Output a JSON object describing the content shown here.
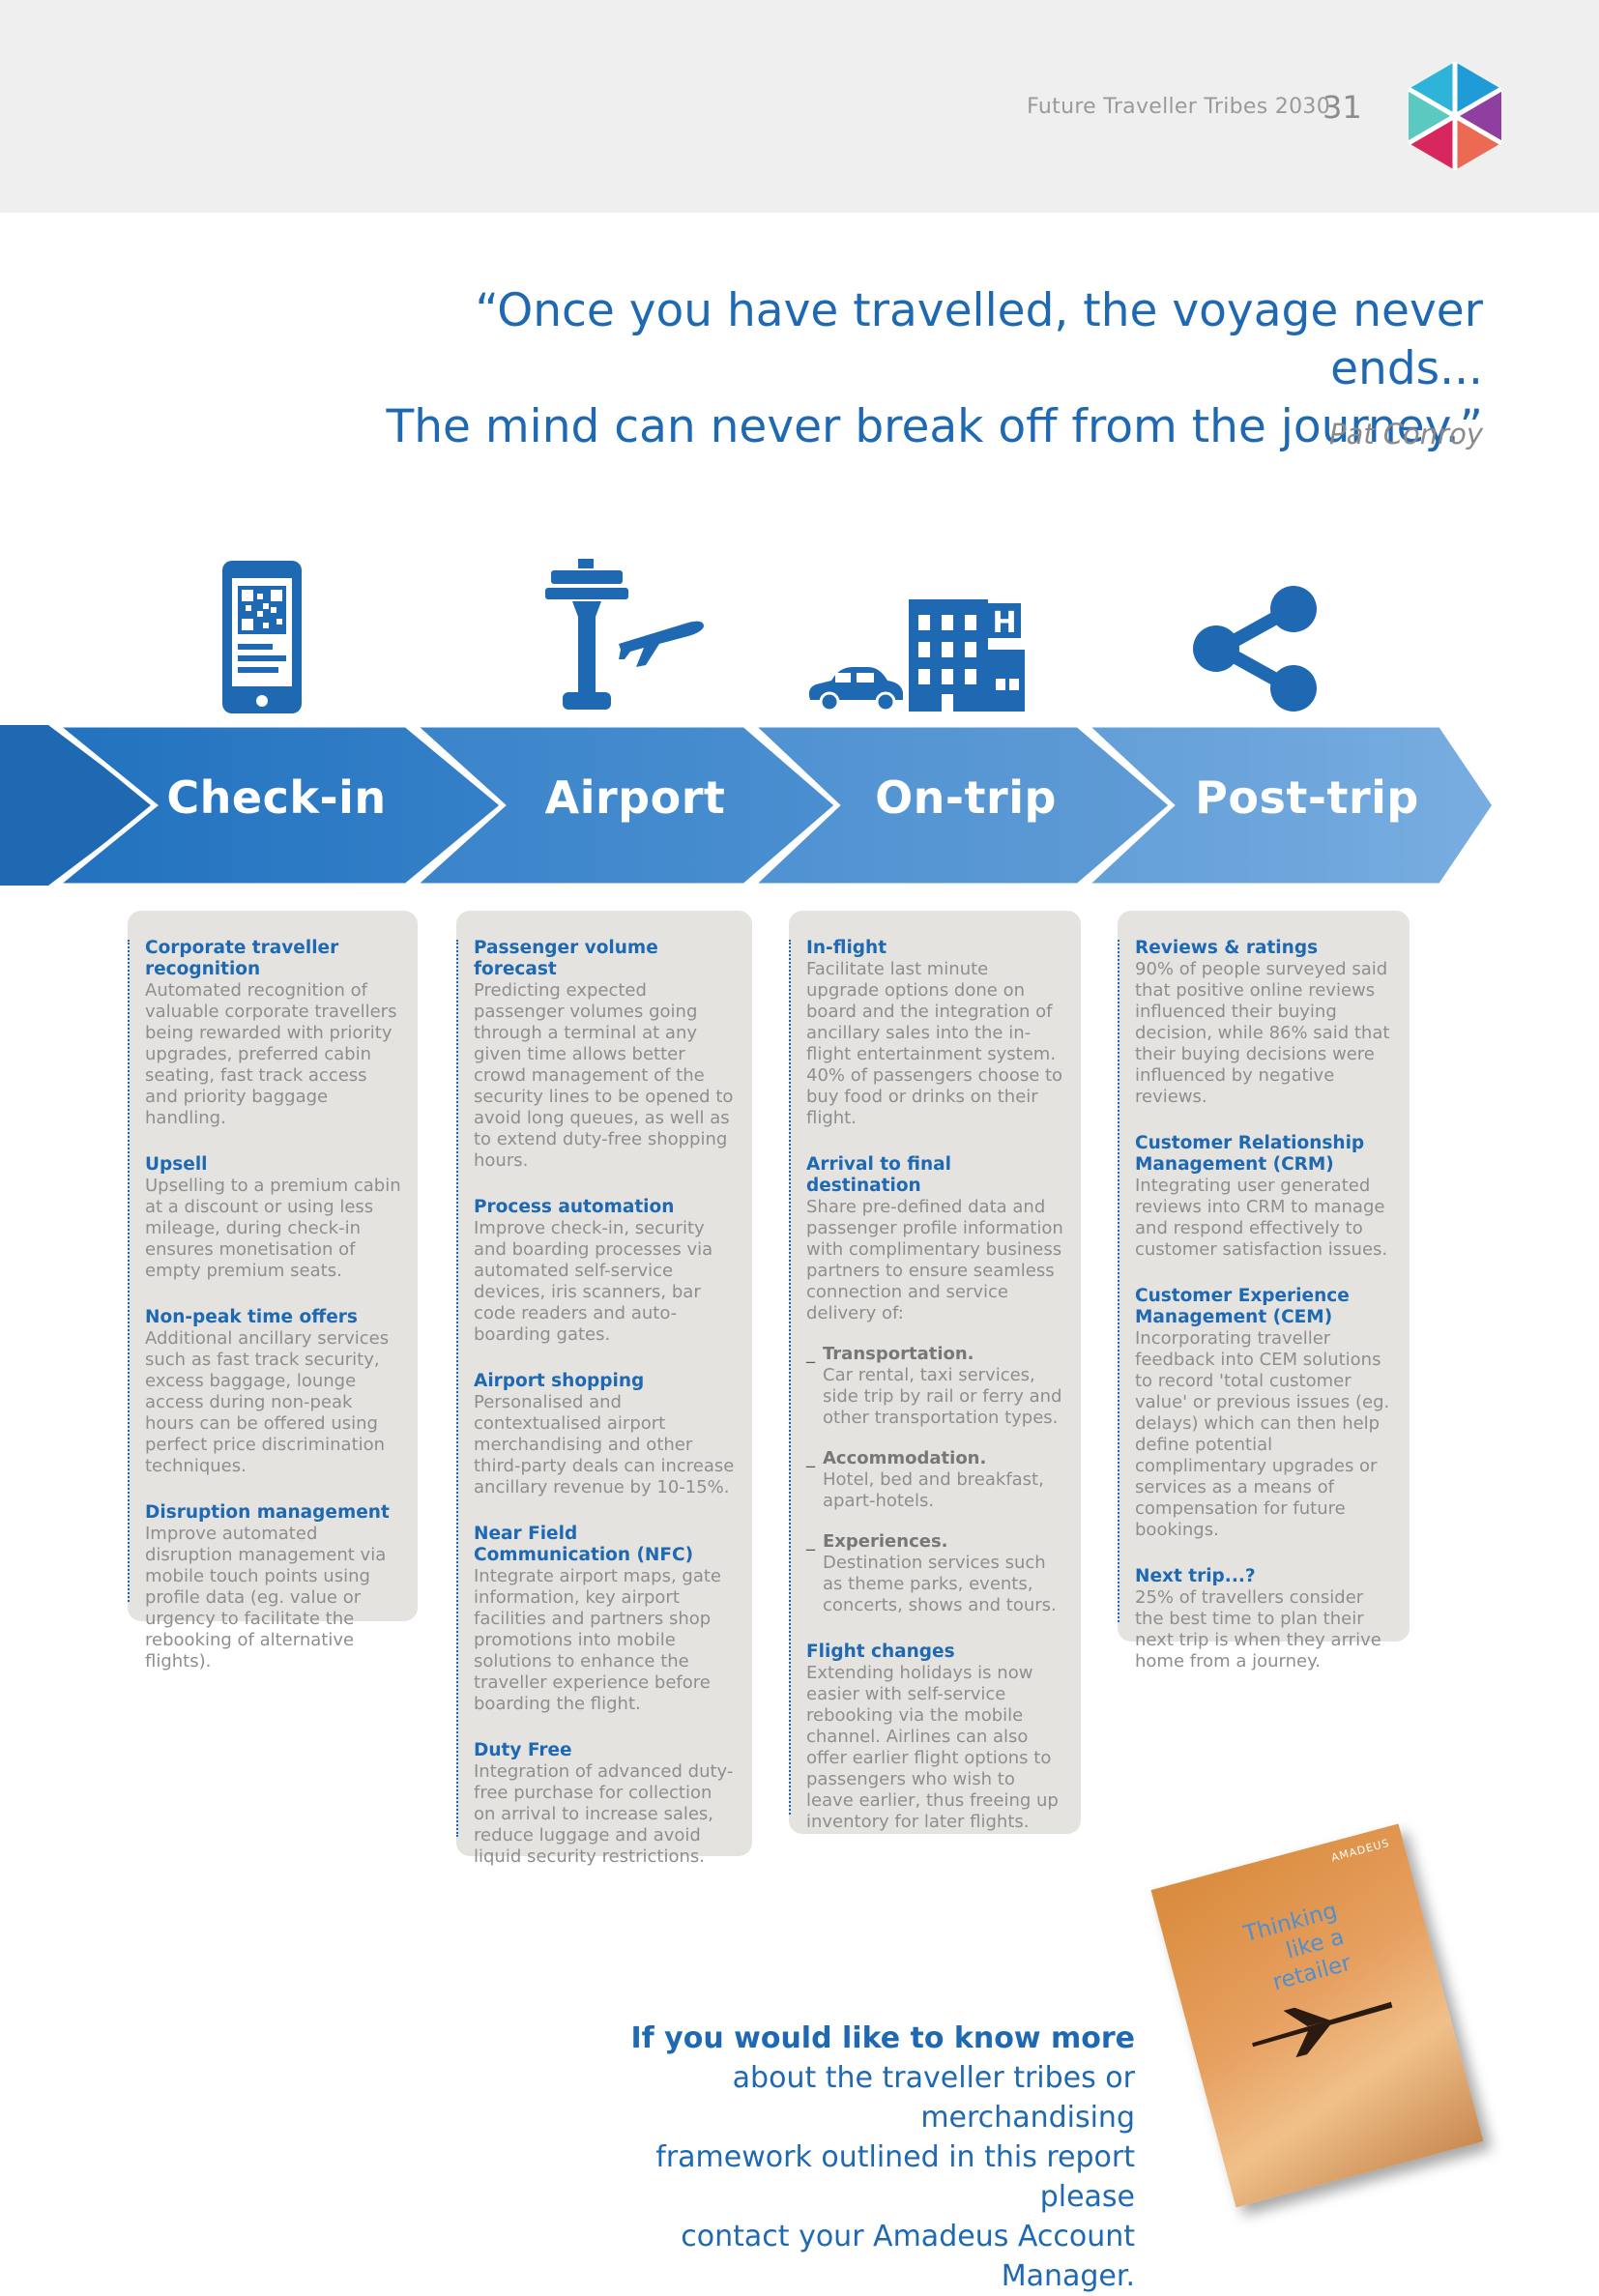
{
  "header": {
    "running_title": "Future Traveller Tribes 2030",
    "page_number": "31",
    "logo_colors": [
      "#2db4d8",
      "#1f69b3",
      "#8e3fa0",
      "#ec6a54",
      "#d8265e",
      "#5cc9c1"
    ]
  },
  "quote": {
    "line1": "“Once you have travelled, the voyage never ends...",
    "line2": "The mind can never break off from the journey.”",
    "author": "Pat Conroy"
  },
  "icons": [
    "smartphone-qr-icon",
    "control-tower-plane-icon",
    "car-hotel-icon",
    "share-icon"
  ],
  "stages": [
    "Check-in",
    "Airport",
    "On-trip",
    "Post-trip"
  ],
  "columns": [
    {
      "blocks": [
        {
          "heading": "Corporate traveller recognition",
          "text": "Automated recognition of valuable corporate travellers being rewarded with priority upgrades, preferred cabin seating, fast track access and priority baggage handling."
        },
        {
          "heading": "Upsell",
          "text": "Upselling to a premium cabin at a discount or using less mileage, during check-in ensures monetisation of empty premium seats."
        },
        {
          "heading": "Non-peak time offers",
          "text": "Additional ancillary services such as fast track security, excess baggage, lounge access during non-peak hours can be offered using perfect price discrimination techniques."
        },
        {
          "heading": "Disruption management",
          "text": "Improve automated disruption management via mobile touch points using profile data (eg. value or urgency to facilitate the rebooking of alternative flights)."
        }
      ]
    },
    {
      "blocks": [
        {
          "heading": "Passenger volume forecast",
          "text": "Predicting expected passenger volumes going through a terminal at any given time allows better crowd management of the security lines to be opened to avoid long queues, as well as to extend duty-free shopping hours."
        },
        {
          "heading": "Process automation",
          "text": "Improve check-in, security and boarding processes via automated self-service devices, iris scanners, bar code readers and auto-boarding gates."
        },
        {
          "heading": "Airport shopping",
          "text": "Personalised and contextualised airport merchandising and other third-party deals can increase ancillary revenue by 10-15%."
        },
        {
          "heading": "Near Field Communication (NFC)",
          "text": "Integrate airport maps, gate information, key airport facilities and partners shop promotions into mobile solutions to enhance the traveller experience before boarding the flight."
        },
        {
          "heading": "Duty Free",
          "text": "Integration of advanced duty-free purchase for collection on arrival to increase sales, reduce luggage and avoid liquid security restrictions."
        }
      ]
    },
    {
      "blocks": [
        {
          "heading": "In-flight",
          "text": "Facilitate last minute upgrade options done on board and the integration of ancillary sales into the in-flight entertainment system. 40% of passengers choose to buy food or drinks on their flight."
        },
        {
          "heading": "Arrival to final destination",
          "text": "Share pre-defined data and passenger profile information with complimentary business partners to ensure seamless connection and service delivery of:"
        },
        {
          "heading": "Flight changes",
          "text": "Extending holidays is now easier with self-service rebooking via the mobile channel. Airlines can also offer earlier flight options to passengers who wish to leave earlier, thus freeing up inventory for later flights."
        }
      ],
      "subitems": [
        {
          "dash": "_",
          "heading": "Transportation.",
          "text": "Car rental, taxi services, side trip by rail or ferry and other transportation types."
        },
        {
          "dash": "_",
          "heading": "Accommodation.",
          "text": "Hotel, bed and breakfast, apart-hotels."
        },
        {
          "dash": "_",
          "heading": "Experiences.",
          "text": "Destination services such as theme parks, events, concerts, shows and tours."
        }
      ]
    },
    {
      "blocks": [
        {
          "heading": "Reviews & ratings",
          "text": "90% of people surveyed said that positive online reviews influenced their buying decision, while 86% said that their buying decisions were influenced by negative reviews."
        },
        {
          "heading": "Customer Relationship Management (CRM)",
          "text": "Integrating user generated reviews into CRM to manage and respond effectively to customer satisfaction issues."
        },
        {
          "heading": "Customer Experience Management (CEM)",
          "text": "Incorporating traveller feedback into CEM solutions to record 'total customer value' or previous issues (eg. delays) which can then help define potential complimentary upgrades or services as a means of compensation for future bookings."
        },
        {
          "heading": "Next trip...?",
          "text": "25% of travellers consider the best time to plan their next trip is when they arrive home from a journey."
        }
      ]
    }
  ],
  "cta": {
    "bold": "If you would like to know more",
    "line2": "about the traveller tribes or merchandising",
    "line3": "framework outlined in this report please",
    "line4": "contact your Amadeus Account Manager."
  },
  "book": {
    "brand": "AMADEUS",
    "title": "Thinking like a retailer"
  },
  "colors": {
    "blue": "#1f69b3",
    "banner_dark": "#2a73bf",
    "banner_light": "#6a9fd6",
    "column_bg": "#e4e3df"
  }
}
